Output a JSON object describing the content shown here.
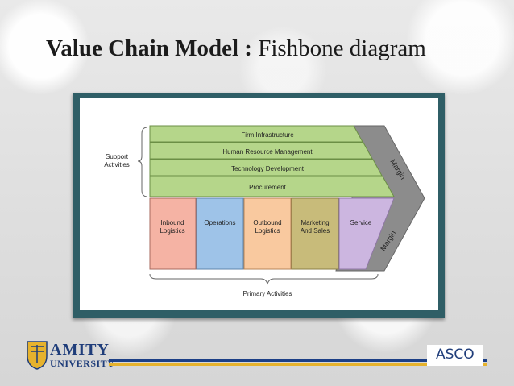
{
  "slide": {
    "title_bold": "Value Chain Model :",
    "title_regular": "Fishbone diagram"
  },
  "diagram": {
    "support_label_line1": "Support",
    "support_label_line2": "Activities",
    "support_activities": [
      "Firm Infrastructure",
      "Human Resource Management",
      "Technology Development",
      "Procurement"
    ],
    "primary_activities": [
      {
        "line1": "Inbound",
        "line2": "Logistics",
        "color": "#f5b3a4"
      },
      {
        "line1": "Operations",
        "line2": "",
        "color": "#9ec3e8"
      },
      {
        "line1": "Outbound",
        "line2": "Logistics",
        "color": "#f9c99f"
      },
      {
        "line1": "Marketing",
        "line2": "And Sales",
        "color": "#c8bb7a"
      },
      {
        "line1": "Service",
        "line2": "",
        "color": "#ccb6e0"
      }
    ],
    "margin_top": "Margin",
    "margin_bottom": "Margin",
    "primary_label": "Primary Activities",
    "support_color": "#b5d68a",
    "margin_color": "#8c8c8c",
    "frame_color": "#2f5e66"
  },
  "footer": {
    "logo_name": "AMITY",
    "logo_sub": "UNIVERSITY",
    "tag": "ASCO",
    "logo_color": "#1f3d7a"
  }
}
